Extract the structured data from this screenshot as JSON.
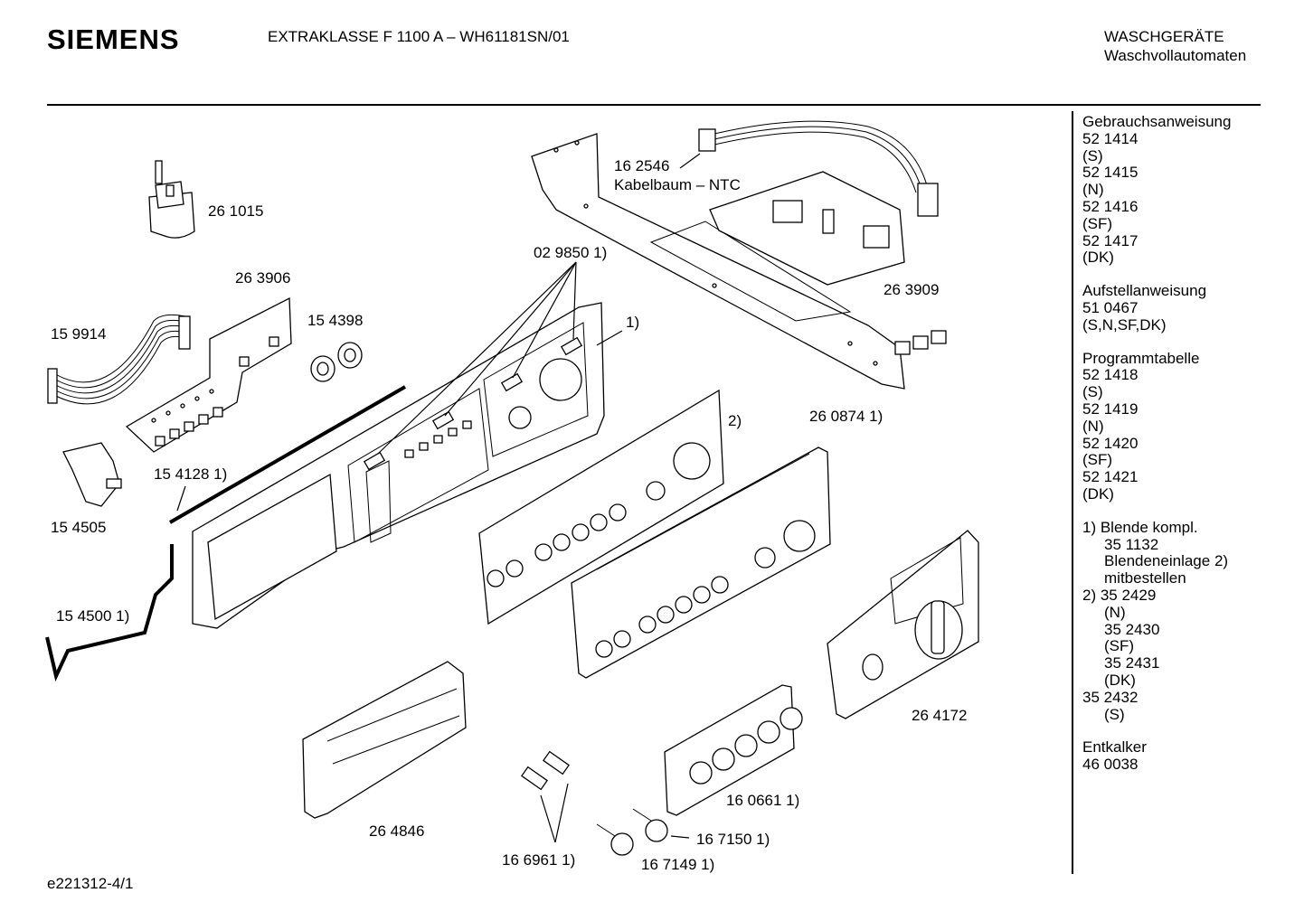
{
  "header": {
    "brand": "SIEMENS",
    "model": "EXTRAKLASSE F 1100 A – WH61181SN/01",
    "category_line1": "WASCHGERÄTE",
    "category_line2": "Waschvollautomaten"
  },
  "footer": {
    "code": "e221312-4/1"
  },
  "part_labels": {
    "p261015": "26 1015",
    "p263906": "26 3906",
    "p159914": "15 9914",
    "p154398": "15 4398",
    "p154505": "15 4505",
    "p154128": "15 4128 1)",
    "p154500": "15 4500 1)",
    "p162546": "16 2546",
    "kabelbaum": "Kabelbaum – NTC",
    "p263909": "26 3909",
    "p029850": "02 9850 1)",
    "blende_ref": "1)",
    "einlage_ref": "2)",
    "p260874": "26 0874 1)",
    "p264172": "26 4172",
    "p264846": "26 4846",
    "p160661": "16 0661 1)",
    "p167150": "16 7150 1)",
    "p167149": "16 7149 1)",
    "p166961": "16 6961 1)"
  },
  "sidebar": {
    "groups": [
      {
        "lines": [
          {
            "text": "Gebrauchsanweisung",
            "indent": false
          },
          {
            "text": "52 1414",
            "indent": false
          },
          {
            "text": "(S)",
            "indent": false
          },
          {
            "text": "52 1415",
            "indent": false
          },
          {
            "text": "(N)",
            "indent": false
          },
          {
            "text": "52 1416",
            "indent": false
          },
          {
            "text": "(SF)",
            "indent": false
          },
          {
            "text": "52 1417",
            "indent": false
          },
          {
            "text": "(DK)",
            "indent": false
          }
        ]
      },
      {
        "lines": [
          {
            "text": "Aufstellanweisung",
            "indent": false
          },
          {
            "text": "51 0467",
            "indent": false
          },
          {
            "text": "(S,N,SF,DK)",
            "indent": false
          }
        ]
      },
      {
        "lines": [
          {
            "text": "Programmtabelle",
            "indent": false
          },
          {
            "text": "52 1418",
            "indent": false
          },
          {
            "text": "(S)",
            "indent": false
          },
          {
            "text": "52 1419",
            "indent": false
          },
          {
            "text": "(N)",
            "indent": false
          },
          {
            "text": "52 1420",
            "indent": false
          },
          {
            "text": "(SF)",
            "indent": false
          },
          {
            "text": "52 1421",
            "indent": false
          },
          {
            "text": "(DK)",
            "indent": false
          }
        ]
      },
      {
        "lines": [
          {
            "text": "1) Blende kompl.",
            "indent": false
          },
          {
            "text": "35 1132",
            "indent": true
          },
          {
            "text": "Blendeneinlage 2)",
            "indent": true
          },
          {
            "text": "mitbestellen",
            "indent": true
          },
          {
            "text": "2) 35 2429",
            "indent": false
          },
          {
            "text": "(N)",
            "indent": true
          },
          {
            "text": "35 2430",
            "indent": true
          },
          {
            "text": "(SF)",
            "indent": true
          },
          {
            "text": "35 2431",
            "indent": true
          },
          {
            "text": "(DK)",
            "indent": true
          },
          {
            "text": "35 2432",
            "indent": false
          },
          {
            "text": "(S)",
            "indent": true
          }
        ]
      },
      {
        "lines": [
          {
            "text": "Entkalker",
            "indent": false
          },
          {
            "text": "46 0038",
            "indent": false
          }
        ]
      }
    ]
  }
}
